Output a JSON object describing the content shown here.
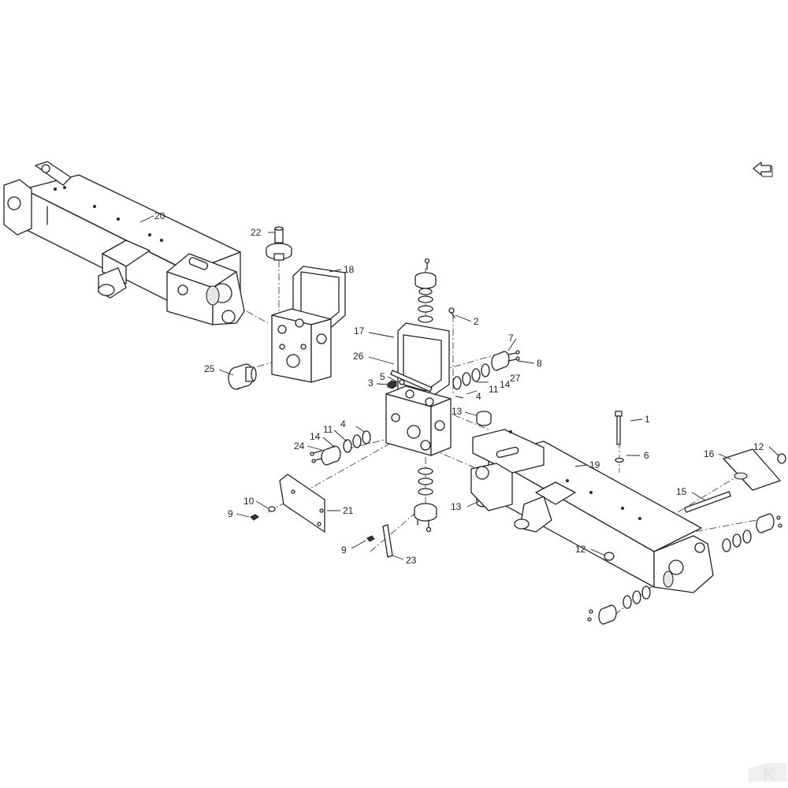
{
  "diagram": {
    "labels": [
      {
        "id": "p20",
        "text": "20"
      },
      {
        "id": "p22",
        "text": "22"
      },
      {
        "id": "p18",
        "text": "18"
      },
      {
        "id": "p25",
        "text": "25"
      },
      {
        "id": "p17",
        "text": "17"
      },
      {
        "id": "p26",
        "text": "26"
      },
      {
        "id": "p5",
        "text": "5"
      },
      {
        "id": "p3",
        "text": "3"
      },
      {
        "id": "p2",
        "text": "2"
      },
      {
        "id": "p7",
        "text": "7"
      },
      {
        "id": "p8",
        "text": "8"
      },
      {
        "id": "p27",
        "text": "27"
      },
      {
        "id": "p14a",
        "text": "14"
      },
      {
        "id": "p11a",
        "text": "11"
      },
      {
        "id": "p4a",
        "text": "4"
      },
      {
        "id": "p13a",
        "text": "13"
      },
      {
        "id": "p1",
        "text": "1"
      },
      {
        "id": "p4b",
        "text": "4"
      },
      {
        "id": "p11b",
        "text": "11"
      },
      {
        "id": "p14b",
        "text": "14"
      },
      {
        "id": "p24",
        "text": "24"
      },
      {
        "id": "p6",
        "text": "6"
      },
      {
        "id": "p19",
        "text": "19"
      },
      {
        "id": "p16",
        "text": "16"
      },
      {
        "id": "p12a",
        "text": "12"
      },
      {
        "id": "p15",
        "text": "15"
      },
      {
        "id": "p13b",
        "text": "13"
      },
      {
        "id": "p10",
        "text": "10"
      },
      {
        "id": "p9a",
        "text": "9"
      },
      {
        "id": "p21",
        "text": "21"
      },
      {
        "id": "p9b",
        "text": "9"
      },
      {
        "id": "p23",
        "text": "23"
      },
      {
        "id": "p12b",
        "text": "12"
      }
    ],
    "direction_icon": "arrow-left-down-icon",
    "watermark_logo": "K",
    "line_color": "#222222"
  }
}
